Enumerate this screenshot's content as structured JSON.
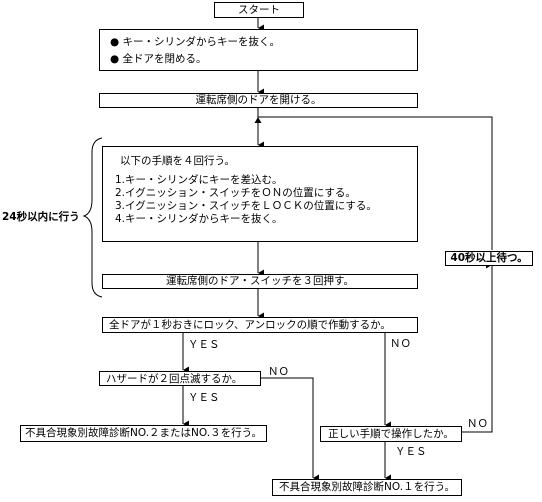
{
  "start": "スタート",
  "step1": {
    "bullets": [
      "キー・シリンダからキーを抜く。",
      "全ドアを閉める。"
    ]
  },
  "step2": "運転席側のドアを開ける。",
  "procedure": {
    "intro": "以下の手順を４回行う。",
    "items": [
      "1.キー・シリンダにキーを差込む。",
      "2.イグニッション・スイッチをＯＮの位置にする。",
      "3.イグニッション・スイッチをＬＯＣＫの位置にする。",
      "4.キー・シリンダからキーを抜く。"
    ]
  },
  "step_press": "運転席側のドア・スイッチを３回押す。",
  "within_label": "24秒以内に行う",
  "wait_box": "40秒以上待つ。",
  "decision1": "全ドアが１秒おきにロック、アンロックの順で作動するか。",
  "decision2": "ハザードが２回点滅するか。",
  "decision3": "正しい手順で操作したか。",
  "result_a": "不具合現象別故障診断NO.２またはNO.３を行う。",
  "result_b": "不具合現象別故障診断NO.１を行う。",
  "labels": {
    "yes": "ＹＥＳ",
    "no": "ＮＯ"
  }
}
